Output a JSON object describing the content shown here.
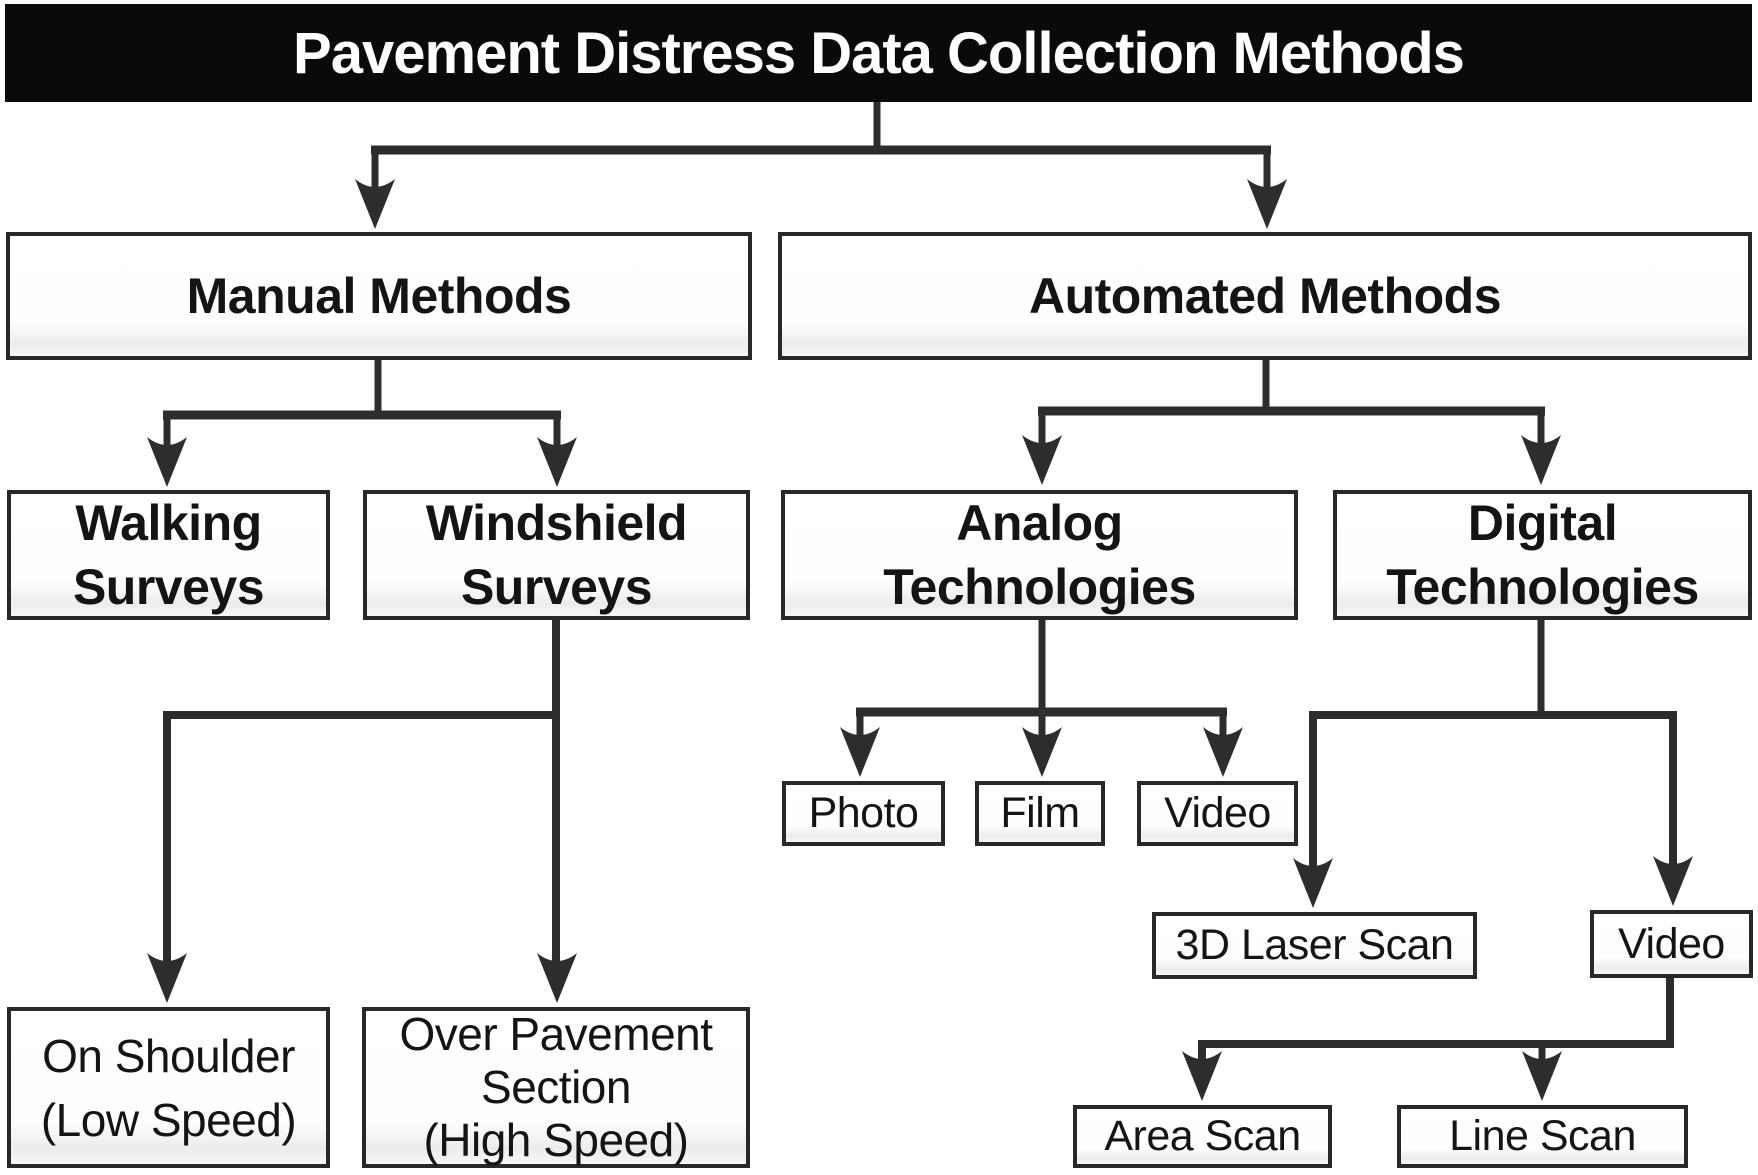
{
  "title": {
    "text": "Pavement Distress Data Collection Methods"
  },
  "nodes": {
    "manual": {
      "lines": [
        "Manual Methods"
      ]
    },
    "automated": {
      "lines": [
        "Automated Methods"
      ]
    },
    "walking": {
      "lines": [
        "Walking",
        "Surveys"
      ]
    },
    "windshield": {
      "lines": [
        "Windshield",
        "Surveys"
      ]
    },
    "analog": {
      "lines": [
        "Analog",
        "Technologies"
      ]
    },
    "digital": {
      "lines": [
        "Digital",
        "Technologies"
      ]
    },
    "photo": {
      "lines": [
        "Photo"
      ]
    },
    "film": {
      "lines": [
        "Film"
      ]
    },
    "video_analog": {
      "lines": [
        "Video"
      ]
    },
    "laser3d": {
      "lines": [
        "3D Laser Scan"
      ]
    },
    "video_digital": {
      "lines": [
        "Video"
      ]
    },
    "on_shoulder": {
      "lines": [
        "On Shoulder",
        "(Low Speed)"
      ]
    },
    "over_pavement": {
      "lines": [
        "Over Pavement",
        "Section",
        "(High Speed)"
      ]
    },
    "area_scan": {
      "lines": [
        "Area Scan"
      ]
    },
    "line_scan": {
      "lines": [
        "Line Scan"
      ]
    }
  },
  "hierarchy": {
    "title": [
      "manual",
      "automated"
    ],
    "manual": [
      "walking",
      "windshield"
    ],
    "windshield": [
      "on_shoulder",
      "over_pavement"
    ],
    "automated": [
      "analog",
      "digital"
    ],
    "analog": [
      "photo",
      "film",
      "video_analog"
    ],
    "digital": [
      "laser3d",
      "video_digital"
    ],
    "video_digital": [
      "area_scan",
      "line_scan"
    ]
  },
  "colors": {
    "title_bg": "#0a0a0a",
    "title_text": "#ffffff",
    "box_border": "#282828",
    "connector": "#2d2d2d",
    "text": "#141414",
    "background": "#ffffff"
  }
}
